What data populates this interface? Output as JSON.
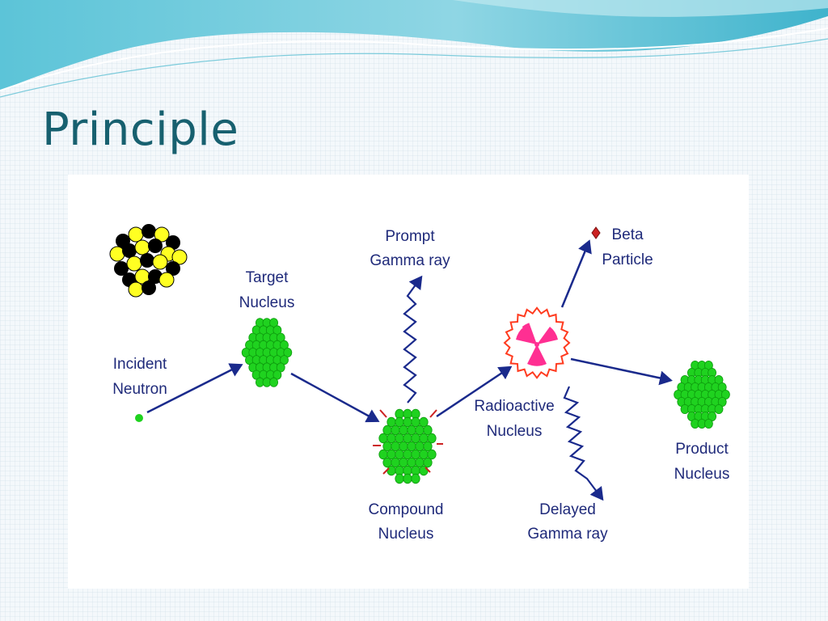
{
  "slide": {
    "title": "Principle"
  },
  "diagram": {
    "labels": {
      "incident_neutron_line1": "Incident",
      "incident_neutron_line2": "Neutron",
      "target_nucleus_line1": "Target",
      "target_nucleus_line2": "Nucleus",
      "prompt_gamma_line1": "Prompt",
      "prompt_gamma_line2": "Gamma ray",
      "compound_nucleus_line1": "Compound",
      "compound_nucleus_line2": "Nucleus",
      "radioactive_nucleus_line1": "Radioactive",
      "radioactive_nucleus_line2": "Nucleus",
      "beta_particle_line1": "Beta",
      "beta_particle_line2": "Particle",
      "delayed_gamma_line1": "Delayed",
      "delayed_gamma_line2": "Gamma ray",
      "product_nucleus_line1": "Product",
      "product_nucleus_line2": "Nucleus"
    },
    "colors": {
      "title": "#17606f",
      "arrow": "#1a2a8c",
      "label": "#1f2a7a",
      "nucleon_green": "#1fd21f",
      "nucleon_yellow": "#ffff22",
      "nucleon_black": "#000000",
      "radiation_symbol": "#ff2f92",
      "radioactive_outline": "#ff3b1f",
      "beta_particle": "#cc2222",
      "wave_teal": "#45b9cf"
    }
  }
}
